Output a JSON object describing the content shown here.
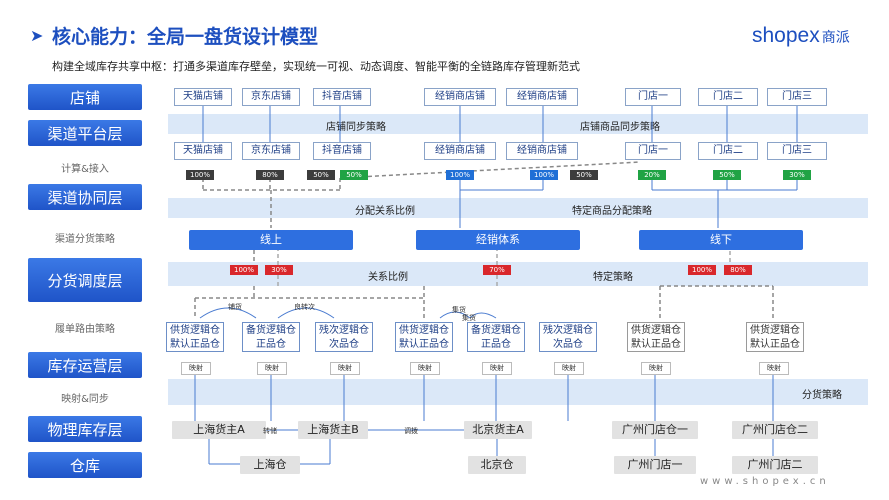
{
  "header": {
    "title": "核心能力：全局一盘货设计模型",
    "subtitle": "构建全域库存共享中枢：打通多渠道库存壁垒，实现统一可视、动态调度、智能平衡的全链路库存管理新范式",
    "logo_en": "shopex",
    "logo_cn": "商派"
  },
  "layers": {
    "store": "店铺",
    "channel_platform": "渠道平台层",
    "channel_coop": "渠道协同层",
    "dispatch": "分货调度层",
    "inventory_ops": "库存运营层",
    "physical": "物理库存层",
    "warehouse": "仓库"
  },
  "steps": {
    "calc": "计算&接入",
    "channel_alloc": "渠道分货策略",
    "route": "履单路由策略",
    "map_sync": "映射&同步"
  },
  "bands": {
    "store_sync": "店铺同步策略",
    "store_goods_sync": "店铺商品同步策略",
    "alloc_ratio": "分配关系比例",
    "special_goods_alloc": "特定商品分配策略",
    "relation_ratio": "关系比例",
    "special_strategy": "特定策略",
    "alloc_strategy": "分货策略"
  },
  "stores_top": [
    "天猫店铺",
    "京东店铺",
    "抖音店铺",
    "经销商店铺",
    "经销商店铺",
    "门店一",
    "门店二",
    "门店三"
  ],
  "stores_mid": [
    "天猫店铺",
    "京东店铺",
    "抖音店铺",
    "经销商店铺",
    "经销商店铺",
    "门店一",
    "门店二",
    "门店三"
  ],
  "tags_platform": [
    "100%",
    "80%",
    "50%",
    "50%",
    "100%",
    "100%",
    "50%",
    "20%",
    "50%",
    "30%"
  ],
  "channels": [
    "线上",
    "经销体系",
    "线下"
  ],
  "tags_channel": [
    "100%",
    "30%",
    "70%",
    "100%",
    "80%"
  ],
  "flow_labels": {
    "supply": "铺货",
    "good_to_defect": "良转次",
    "collect1": "集货",
    "collect2": "集货"
  },
  "warehouses": [
    [
      "供货逻辑仓",
      "默认正品仓"
    ],
    [
      "备货逻辑仓",
      "正品仓"
    ],
    [
      "残次逻辑仓",
      "次品仓"
    ],
    [
      "供货逻辑仓",
      "默认正品仓"
    ],
    [
      "备货逻辑仓",
      "正品仓"
    ],
    [
      "残次逻辑仓",
      "次品仓"
    ],
    [
      "供货逻辑仓",
      "默认正品仓"
    ],
    [
      "供货逻辑仓",
      "默认正品仓"
    ]
  ],
  "map_label": "映射",
  "owners": [
    "上海货主A",
    "上海货主B",
    "北京货主A",
    "广州门店仓一",
    "广州门店仓二"
  ],
  "owner_links": {
    "transfer": "转储",
    "dispatch": "调拨"
  },
  "warehouse_sites": [
    "上海仓",
    "北京仓",
    "广州门店一",
    "广州门店二"
  ],
  "footer": "www.shopex.cn",
  "colors": {
    "brand_blue": "#1d4fbf",
    "band": "#dbe8f8",
    "red": "#d9272b",
    "green": "#20a344"
  }
}
